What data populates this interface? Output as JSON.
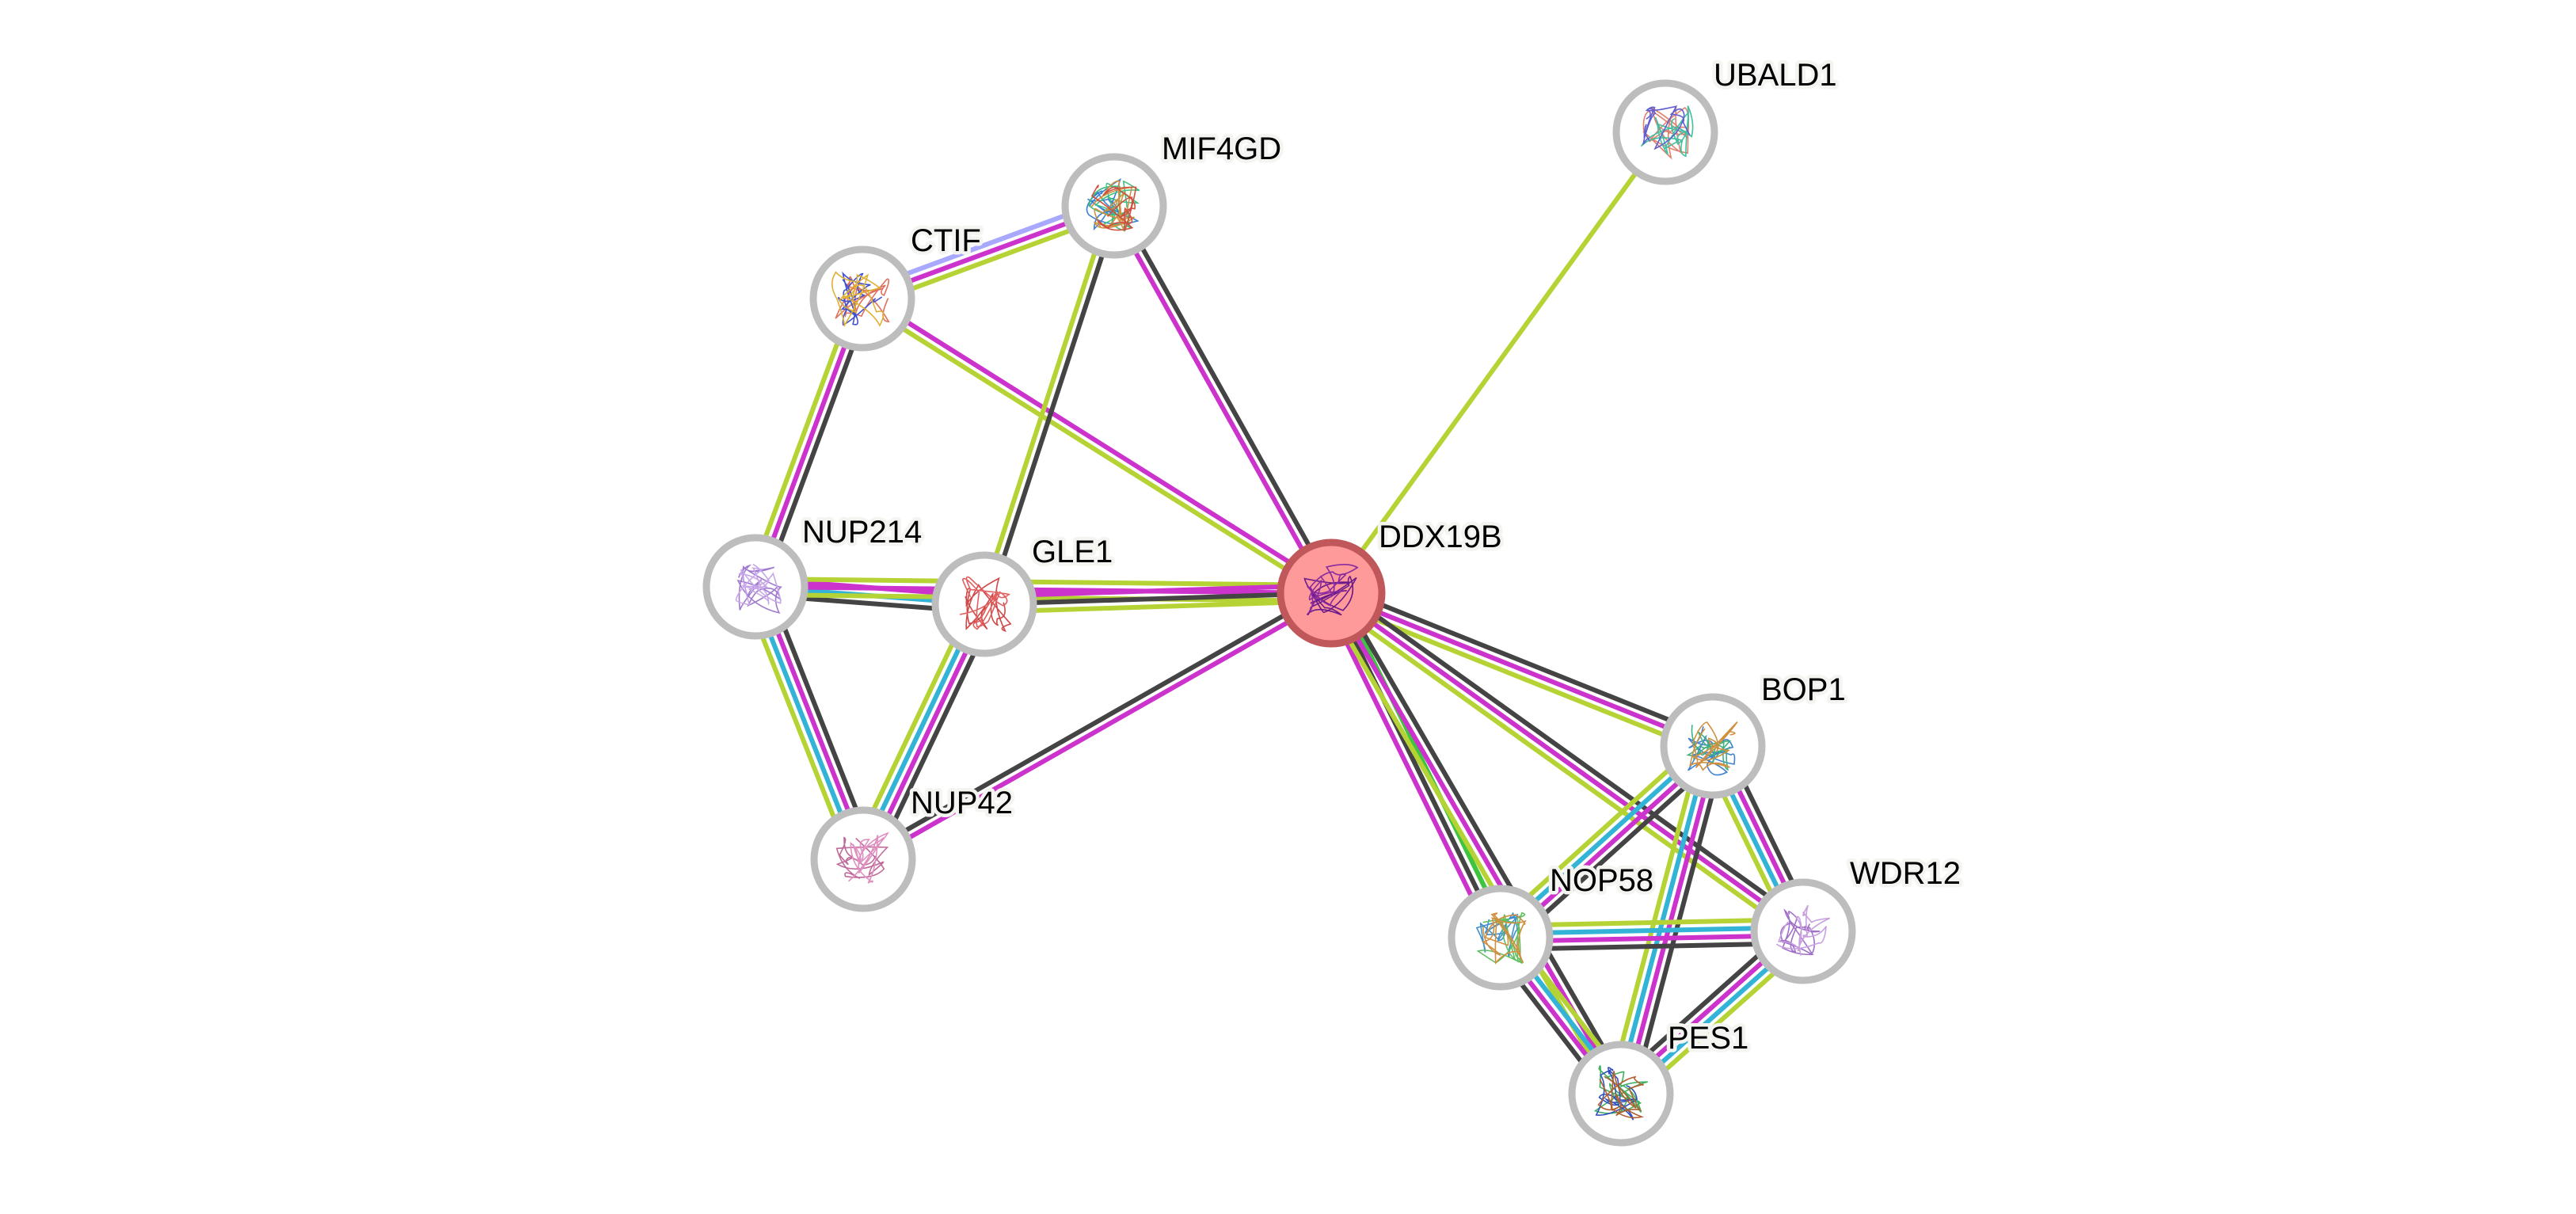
{
  "network": {
    "title": "Protein interaction network",
    "query_protein": "DDX19B",
    "evidence_colors": {
      "neighborhood": "#3ec43e",
      "coexpression": "#444444",
      "experiments": "#cc33cc",
      "databases": "#33b3d6",
      "textmining": "#b5d334",
      "homology": "#a8a8ff"
    },
    "nodes": [
      {
        "id": "UBALD1",
        "label": "UBALD1",
        "query": false,
        "structure_colors": [
          "#e08070",
          "#40c0a0",
          "#6060d0"
        ]
      },
      {
        "id": "MIF4GD",
        "label": "MIF4GD",
        "query": false,
        "structure_colors": [
          "#3a80d0",
          "#40c080",
          "#d09040",
          "#d05040"
        ]
      },
      {
        "id": "CTIF",
        "label": "CTIF",
        "query": false,
        "structure_colors": [
          "#e07060",
          "#4050d0",
          "#e0b030"
        ]
      },
      {
        "id": "NUP214",
        "label": "NUP214",
        "query": false,
        "structure_colors": [
          "#a07ad0",
          "#c8a8e8"
        ]
      },
      {
        "id": "GLE1",
        "label": "GLE1",
        "query": false,
        "structure_colors": [
          "#d04848",
          "#e06060"
        ]
      },
      {
        "id": "DDX19B",
        "label": "DDX19B",
        "query": true,
        "structure_colors": [
          "#6a1a8a",
          "#8a2aa0"
        ]
      },
      {
        "id": "NUP42",
        "label": "NUP42",
        "query": false,
        "structure_colors": [
          "#c06a9a",
          "#e090c0"
        ]
      },
      {
        "id": "BOP1",
        "label": "BOP1",
        "query": false,
        "structure_colors": [
          "#4080d0",
          "#40b080",
          "#d09040"
        ]
      },
      {
        "id": "NOP58",
        "label": "NOP58",
        "query": false,
        "structure_colors": [
          "#4090d0",
          "#60c060",
          "#d09040"
        ]
      },
      {
        "id": "WDR12",
        "label": "WDR12",
        "query": false,
        "structure_colors": [
          "#a070c8",
          "#c8a0e0"
        ]
      },
      {
        "id": "PES1",
        "label": "PES1",
        "query": false,
        "structure_colors": [
          "#40b060",
          "#3050c0",
          "#b06030"
        ]
      }
    ],
    "edges": [
      {
        "source": "UBALD1",
        "target": "DDX19B",
        "evidence": [
          "textmining"
        ]
      },
      {
        "source": "CTIF",
        "target": "MIF4GD",
        "evidence": [
          "homology",
          "experiments",
          "textmining"
        ]
      },
      {
        "source": "CTIF",
        "target": "NUP214",
        "evidence": [
          "coexpression",
          "experiments",
          "textmining"
        ]
      },
      {
        "source": "CTIF",
        "target": "DDX19B",
        "evidence": [
          "experiments",
          "textmining"
        ]
      },
      {
        "source": "MIF4GD",
        "target": "GLE1",
        "evidence": [
          "coexpression",
          "textmining"
        ]
      },
      {
        "source": "MIF4GD",
        "target": "DDX19B",
        "evidence": [
          "coexpression",
          "experiments"
        ]
      },
      {
        "source": "NUP214",
        "target": "GLE1",
        "evidence": [
          "experiments",
          "databases",
          "coexpression"
        ]
      },
      {
        "source": "NUP214",
        "target": "DDX19B",
        "evidence": [
          "textmining",
          "experiments",
          "textmining"
        ]
      },
      {
        "source": "NUP214",
        "target": "NUP42",
        "evidence": [
          "coexpression",
          "experiments",
          "databases",
          "textmining"
        ]
      },
      {
        "source": "GLE1",
        "target": "DDX19B",
        "evidence": [
          "experiments",
          "coexpression",
          "textmining"
        ]
      },
      {
        "source": "GLE1",
        "target": "NUP42",
        "evidence": [
          "coexpression",
          "experiments",
          "databases",
          "textmining"
        ]
      },
      {
        "source": "NUP42",
        "target": "DDX19B",
        "evidence": [
          "coexpression",
          "experiments"
        ]
      },
      {
        "source": "DDX19B",
        "target": "BOP1",
        "evidence": [
          "coexpression",
          "experiments",
          "textmining"
        ]
      },
      {
        "source": "DDX19B",
        "target": "WDR12",
        "evidence": [
          "coexpression",
          "experiments",
          "textmining"
        ]
      },
      {
        "source": "DDX19B",
        "target": "NOP58",
        "evidence": [
          "neighborhood",
          "coexpression",
          "experiments"
        ]
      },
      {
        "source": "DDX19B",
        "target": "PES1",
        "evidence": [
          "coexpression",
          "experiments",
          "textmining"
        ]
      },
      {
        "source": "BOP1",
        "target": "NOP58",
        "evidence": [
          "coexpression",
          "experiments",
          "databases",
          "textmining"
        ]
      },
      {
        "source": "BOP1",
        "target": "WDR12",
        "evidence": [
          "coexpression",
          "experiments",
          "databases",
          "textmining"
        ]
      },
      {
        "source": "BOP1",
        "target": "PES1",
        "evidence": [
          "coexpression",
          "experiments",
          "databases",
          "textmining"
        ]
      },
      {
        "source": "NOP58",
        "target": "WDR12",
        "evidence": [
          "textmining",
          "databases",
          "experiments",
          "coexpression"
        ]
      },
      {
        "source": "NOP58",
        "target": "PES1",
        "evidence": [
          "textmining",
          "databases",
          "experiments",
          "coexpression"
        ]
      },
      {
        "source": "WDR12",
        "target": "PES1",
        "evidence": [
          "textmining",
          "databases",
          "experiments",
          "coexpression"
        ]
      }
    ]
  }
}
